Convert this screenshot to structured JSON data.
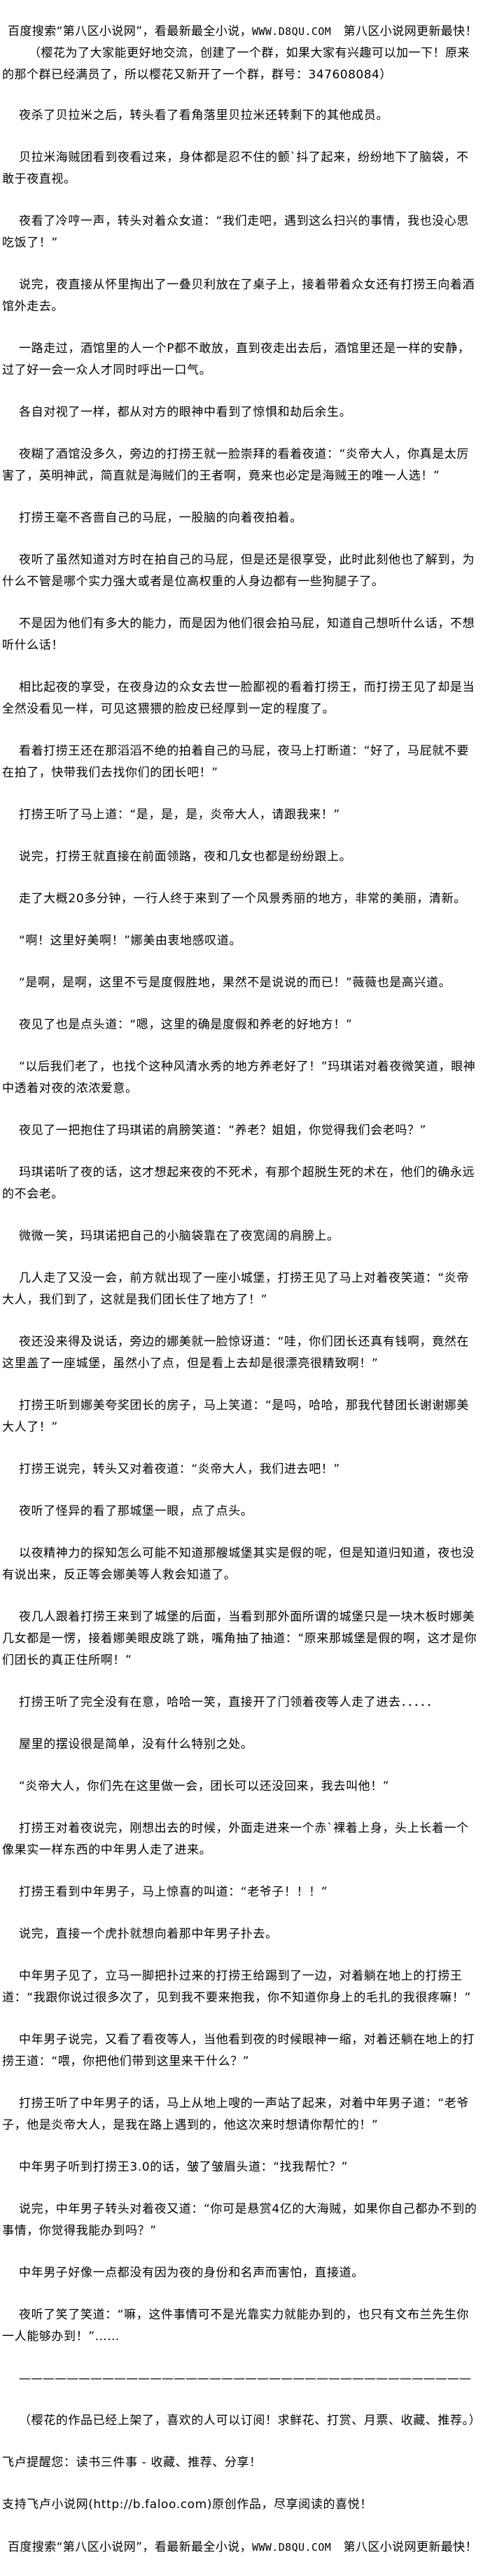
{
  "banner": {
    "prefix": "百度搜索“第八区小说网”，看最新最全小说，",
    "url": "WWW.D8QU.COM",
    "suffix": "　第八区小说网更新最快！"
  },
  "notice": "（樱花为了大家能更好地交流，创建了一个群，如果大家有兴趣可以加一下！原来的那个群已经满员了，所以樱花又新开了一个群，群号：347608084）",
  "paragraphs": [
    "夜杀了贝拉米之后，转头看了看角落里贝拉米还转剩下的其他成员。",
    "贝拉米海贼团看到夜看过来，身体都是忍不住的颤`抖了起来，纷纷地下了脑袋，不敢于夜直视。",
    "夜看了冷哼一声，转头对着众女道：“我们走吧，遇到这么扫兴的事情，我也没心思吃饭了！”",
    "说完，夜直接从怀里掏出了一叠贝利放在了桌子上，接着带着众女还有打捞王向着酒馆外走去。",
    "一路走过，酒馆里的人一个P都不敢放，直到夜走出去后，酒馆里还是一样的安静，过了好一会一众人才同时呼出一口气。",
    "各自对视了一样，都从对方的眼神中看到了惊惧和劫后余生。",
    "夜糊了酒馆没多久，旁边的打捞王就一脸崇拜的看着夜道：“炎帝大人，你真是太厉害了，英明神武，简直就是海贼们的王者啊，竟来也必定是海贼王的唯一人选！”",
    "打捞王毫不吝啬自己的马屁，一股脑的向着夜拍着。",
    "夜听了虽然知道对方时在拍自己的马屁，但是还是很享受，此时此刻他也了解到，为什么不管是哪个实力强大或者是位高权重的人身边都有一些狗腿子了。",
    "不是因为他们有多大的能力，而是因为他们很会拍马屁，知道自己想听什么话，不想听什么话！",
    "相比起夜的享受，在夜身边的众女去世一脸鄙视的看着打捞王，而打捞王见了却是当全然没看见一样，可见这猥猥的脸皮已经厚到一定的程度了。",
    "看着打捞王还在那滔滔不绝的拍着自己的马屁，夜马上打断道：“好了，马屁就不要在拍了，快带我们去找你们的团长吧！”",
    "打捞王听了马上道：“是，是，是，炎帝大人，请跟我来！”",
    "说完，打捞王就直接在前面领路，夜和几女也都是纷纷跟上。",
    "走了大概20多分钟，一行人终于来到了一个风景秀丽的地方，非常的美丽，清新。",
    "“啊！这里好美啊！”娜美由衷地感叹道。",
    "“是啊，是啊，这里不亏是度假胜地，果然不是说说的而已！”薇薇也是高兴道。",
    "夜见了也是点头道：“嗯，这里的确是度假和养老的好地方！”",
    "“以后我们老了，也找个这种风清水秀的地方养老好了！”玛琪诺对着夜微笑道，眼神中透着对夜的浓浓爱意。",
    "夜见了一把抱住了玛琪诺的肩膀笑道：“养老？姐姐，你觉得我们会老吗？”",
    "玛琪诺听了夜的话，这才想起来夜的不死术，有那个超脱生死的术在，他们的确永远的不会老。",
    "微微一笑，玛琪诺把自己的小脑袋靠在了夜宽阔的肩膀上。",
    "几人走了又没一会，前方就出现了一座小城堡，打捞王见了马上对着夜笑道：“炎帝大人，我们到了，这就是我们团长住了地方了！”",
    "夜还没来得及说话，旁边的娜美就一脸惊讶道：“哇，你们团长还真有钱啊，竟然在这里盖了一座城堡，虽然小了点，但是看上去却是很漂亮很精致啊！”",
    "打捞王听到娜美夸奖团长的房子，马上笑道：“是吗，哈哈，那我代替团长谢谢娜美大人了！”",
    "打捞王说完，转头又对着夜道：“炎帝大人，我们进去吧！”",
    "夜听了怪异的看了那城堡一眼，点了点头。",
    "以夜精神力的探知怎么可能不知道那艘城堡其实是假的呢，但是知道归知道，夜也没有说出来，反正等会娜美等人救会知道了。",
    "夜几人跟着打捞王来到了城堡的后面，当看到那外面所谓的城堡只是一块木板时娜美几女都是一愣，接着娜美眼皮跳了跳，嘴角抽了抽道：“原来那城堡是假的啊，这才是你们团长的真正住所啊！”",
    "打捞王听了完全没有在意，哈哈一笑，直接开了门领着夜等人走了进去．．．．．",
    "屋里的摆设很是简单，没有什么特别之处。",
    "“炎帝大人，你们先在这里做一会，团长可以还没回来，我去叫他！”",
    "打捞王对着夜说完，刚想出去的时候，外面走进来一个赤`裸着上身，头上长着一个像果实一样东西的中年男人走了进来。",
    "打捞王看到中年男子，马上惊喜的叫道：“老爷子！！！”",
    "说完，直接一个虎扑就想向着那中年男子扑去。",
    "中年男子见了，立马一脚把扑过来的打捞王给踢到了一边，对着躺在地上的打捞王道：“我跟你说过很多次了，见到我不要来抱我，你不知道你身上的毛扎的我很疼嘛！”",
    "中年男子说完，又看了看夜等人，当他看到夜的时候眼神一缩，对着还躺在地上的打捞王道：“喂，你把他们带到这里来干什么？”",
    "打捞王听了中年男子的话，马上从地上嗖的一声站了起来，对着中年男子道：“老爷子，他是炎帝大人，是我在路上遇到的，他这次来时想请你帮忙的！”",
    "中年男子听到打捞王3.0的话，皱了皱眉头道：“找我帮忙？”",
    "说完，中年男子转头对着夜又道：“你可是悬赏4亿的大海贼，如果你自己都办不到的事情，你觉得我能办到吗？”",
    "中年男子好像一点都没有因为夜的身份和名声而害怕，直接道。",
    "夜听了笑了笑道：“嘛，这件事情可不是光靠实力就能办到的，也只有文布兰先生你一人能够办到！”……"
  ],
  "divider": "——————————————————————————————————————",
  "author_note": "（樱花的作品已经上架了，喜欢的人可以订阅！求鲜花、打赏、月票、收藏、推荐。）",
  "reminder": "飞卢提醒您：读书三件事 - 收藏、推荐、分享！",
  "support": "支持飞卢小说网(http://b.faloo.com)原创作品，尽享阅读的喜悦！"
}
